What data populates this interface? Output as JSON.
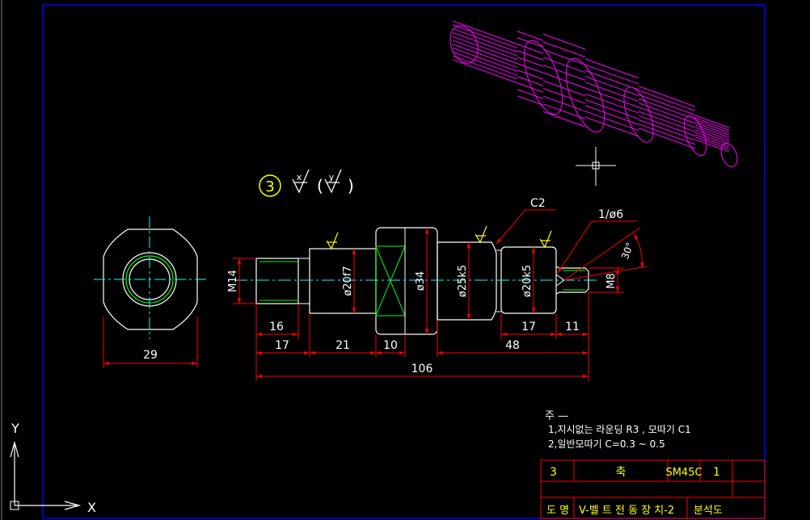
{
  "colors": {
    "background": "#000000",
    "border": "#0000ff",
    "outline": "#ffffff",
    "centerline": "#00ffff",
    "dimension": "#ff0000",
    "dim_text": "#ffffff",
    "thread": "#00ff00",
    "isometric": "#ff00ff",
    "finish_mark": "#ffff00",
    "note_text": "#ffffff",
    "table_line": "#ff0000",
    "table_text": "#ffff00"
  },
  "finish_symbol": {
    "item_number": "3",
    "main": "x",
    "paren": "y"
  },
  "dimensions": {
    "m14": "M14",
    "phi20f7": "ø20f7",
    "phi34": "ø34",
    "phi25k5": "ø25k5",
    "phi20k5": "ø20k5",
    "m8": "M8",
    "d16": "16",
    "d17a": "17",
    "d21": "21",
    "d10": "10",
    "d48": "48",
    "d17b": "17",
    "d11": "11",
    "d106": "106",
    "d29": "29",
    "c2": "C2",
    "center_hole": "1/ø6",
    "angle": "30°"
  },
  "notes": {
    "header": "주 —",
    "line1": "1,지시없는 라운딩 R3 , 모따기 C1",
    "line2": "2,일반모따기 C=0.3 ~ 0.5"
  },
  "title_block": {
    "item_no": "3",
    "part_name": "축",
    "material": "SM45C",
    "quantity": "1",
    "drawing_label": "도  명",
    "drawing_name": "V-벨 트 전 동 장 치-2",
    "drawing_type": "분석도"
  },
  "ucs": {
    "x_label": "X",
    "y_label": "Y"
  }
}
